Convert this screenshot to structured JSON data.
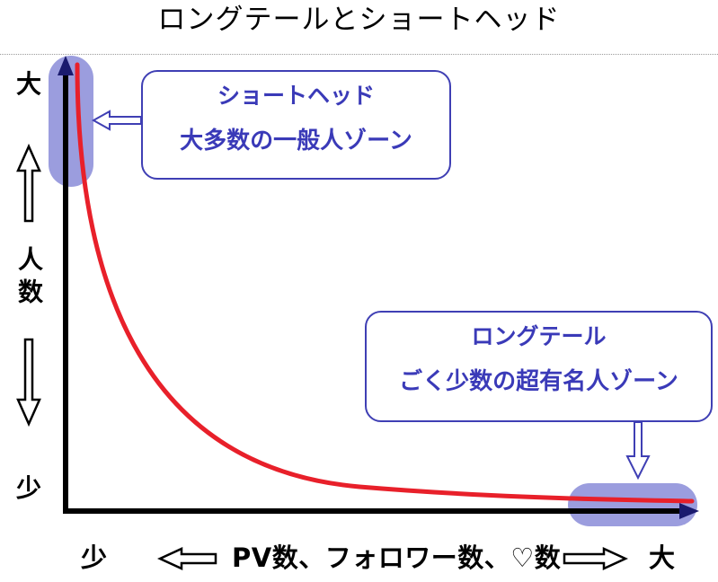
{
  "title": "ロングテールとショートヘッド",
  "y_axis": {
    "top_label": "大",
    "middle_label": "人数",
    "bottom_label": "少"
  },
  "x_axis": {
    "left_label": "少",
    "middle_label": "PV数、フォロワー数、♡数",
    "right_label": "大"
  },
  "callouts": {
    "short_head": {
      "heading": "ショートヘッド",
      "description": "大多数の一般人ゾーン"
    },
    "long_tail": {
      "heading": "ロングテール",
      "description": "ごく少数の超有名人ゾーン"
    }
  },
  "colors": {
    "curve": "#e8202a",
    "axis": "#000000",
    "axis_arrowhead": "#1a1a6e",
    "highlight": "#8a8cd8",
    "callout_border": "#3f3fb4",
    "callout_text": "#3a3ab8"
  }
}
